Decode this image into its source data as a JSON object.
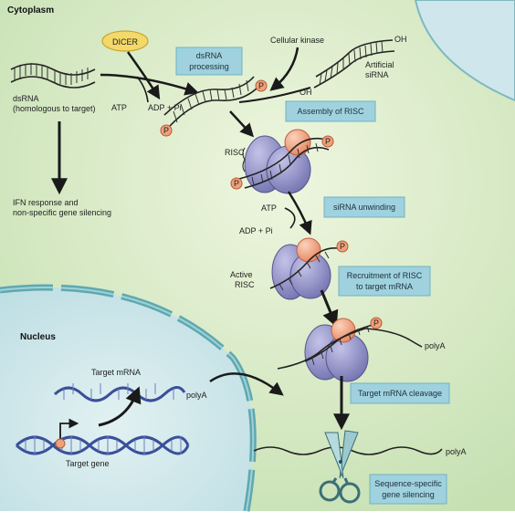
{
  "regions": {
    "cytoplasm": "Cytoplasm",
    "nucleus": "Nucleus"
  },
  "enzymes": {
    "dicer": "DICER",
    "kinase": "Cellular kinase"
  },
  "molecules": {
    "dsrna": "dsRNA",
    "dsrna_note": "(homologous to target)",
    "oh": "OH",
    "artificial_sirna_1": "Artificial",
    "artificial_sirna_2": "siRNA",
    "phosphate": "P",
    "atp": "ATP",
    "adp_pi": "ADP + Pi",
    "risc": "RISC",
    "active_risc_1": "Active",
    "active_risc_2": "RISC",
    "polya": "polyA",
    "target_mrna": "Target mRNA",
    "target_gene": "Target gene"
  },
  "side_path": {
    "line1": "IFN response and",
    "line2": "non-specific gene silencing"
  },
  "steps": {
    "dsrna_processing_1": "dsRNA",
    "dsrna_processing_2": "processing",
    "assembly": "Assembly of RISC",
    "unwinding": "siRNA unwinding",
    "recruitment_1": "Recruitment of RISC",
    "recruitment_2": "to target mRNA",
    "cleavage": "Target mRNA cleavage",
    "silencing_1": "Sequence-specific",
    "silencing_2": "gene silencing"
  },
  "colors": {
    "cytoplasm": "#d3e8c2",
    "background": "#ffffff",
    "nucleus": "#c7e3e8",
    "membrane": "#5fa8b0",
    "box_fill": "#9fd2de",
    "dicer_fill": "#f3d96a",
    "risc_purple": "#8f8fc4",
    "risc_orange": "#f0a07a",
    "dna_blue": "#3a4f9a"
  }
}
